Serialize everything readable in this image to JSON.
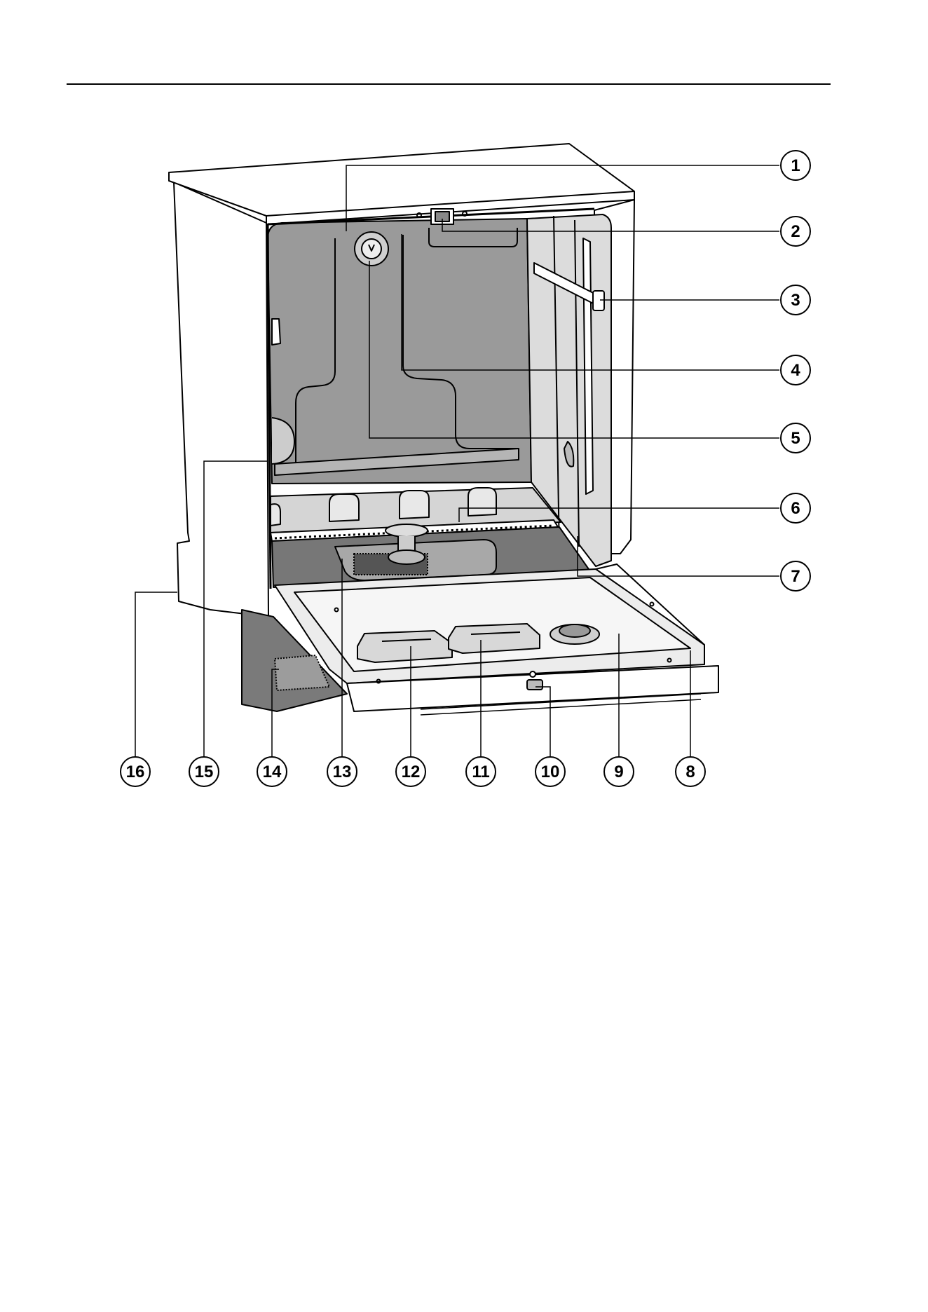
{
  "diagram": {
    "subject": "dishwasher-open-door-illustration",
    "callouts": [
      {
        "id": "1",
        "label": "1"
      },
      {
        "id": "2",
        "label": "2"
      },
      {
        "id": "3",
        "label": "3"
      },
      {
        "id": "4",
        "label": "4"
      },
      {
        "id": "5",
        "label": "5"
      },
      {
        "id": "6",
        "label": "6"
      },
      {
        "id": "7",
        "label": "7"
      },
      {
        "id": "8",
        "label": "8"
      },
      {
        "id": "9",
        "label": "9"
      },
      {
        "id": "10",
        "label": "10"
      },
      {
        "id": "11",
        "label": "11"
      },
      {
        "id": "12",
        "label": "12"
      },
      {
        "id": "13",
        "label": "13"
      },
      {
        "id": "14",
        "label": "14"
      },
      {
        "id": "15",
        "label": "15"
      },
      {
        "id": "16",
        "label": "16"
      }
    ]
  }
}
